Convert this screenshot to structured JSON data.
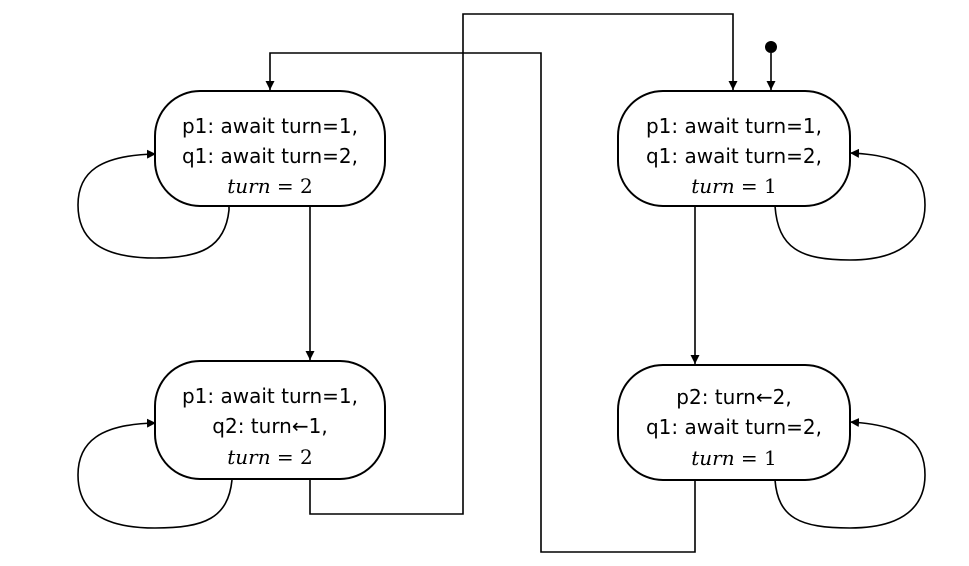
{
  "states": [
    {
      "id": "A",
      "lines": [
        "p1: await turn=1,",
        "q1: await turn=2,"
      ],
      "var_name": "turn",
      "var_eq": " = 2"
    },
    {
      "id": "B",
      "lines": [
        "p1: await turn=1,",
        "q2: turn←1,"
      ],
      "var_name": "turn",
      "var_eq": " = 2"
    },
    {
      "id": "C",
      "lines": [
        "p1: await turn=1,",
        "q1: await turn=2,"
      ],
      "var_name": "turn",
      "var_eq": " = 1",
      "initial": true
    },
    {
      "id": "D",
      "lines": [
        "p2: turn←2,",
        "q1: await turn=2,"
      ],
      "var_name": "turn",
      "var_eq": " = 1"
    }
  ],
  "transitions": [
    {
      "from": "A",
      "to": "A"
    },
    {
      "from": "A",
      "to": "B"
    },
    {
      "from": "B",
      "to": "B"
    },
    {
      "from": "B",
      "to": "C"
    },
    {
      "from": "C",
      "to": "C"
    },
    {
      "from": "C",
      "to": "D"
    },
    {
      "from": "D",
      "to": "D"
    },
    {
      "from": "D",
      "to": "A"
    }
  ],
  "colors": {
    "stroke": "#000000",
    "fill": "#ffffff"
  }
}
